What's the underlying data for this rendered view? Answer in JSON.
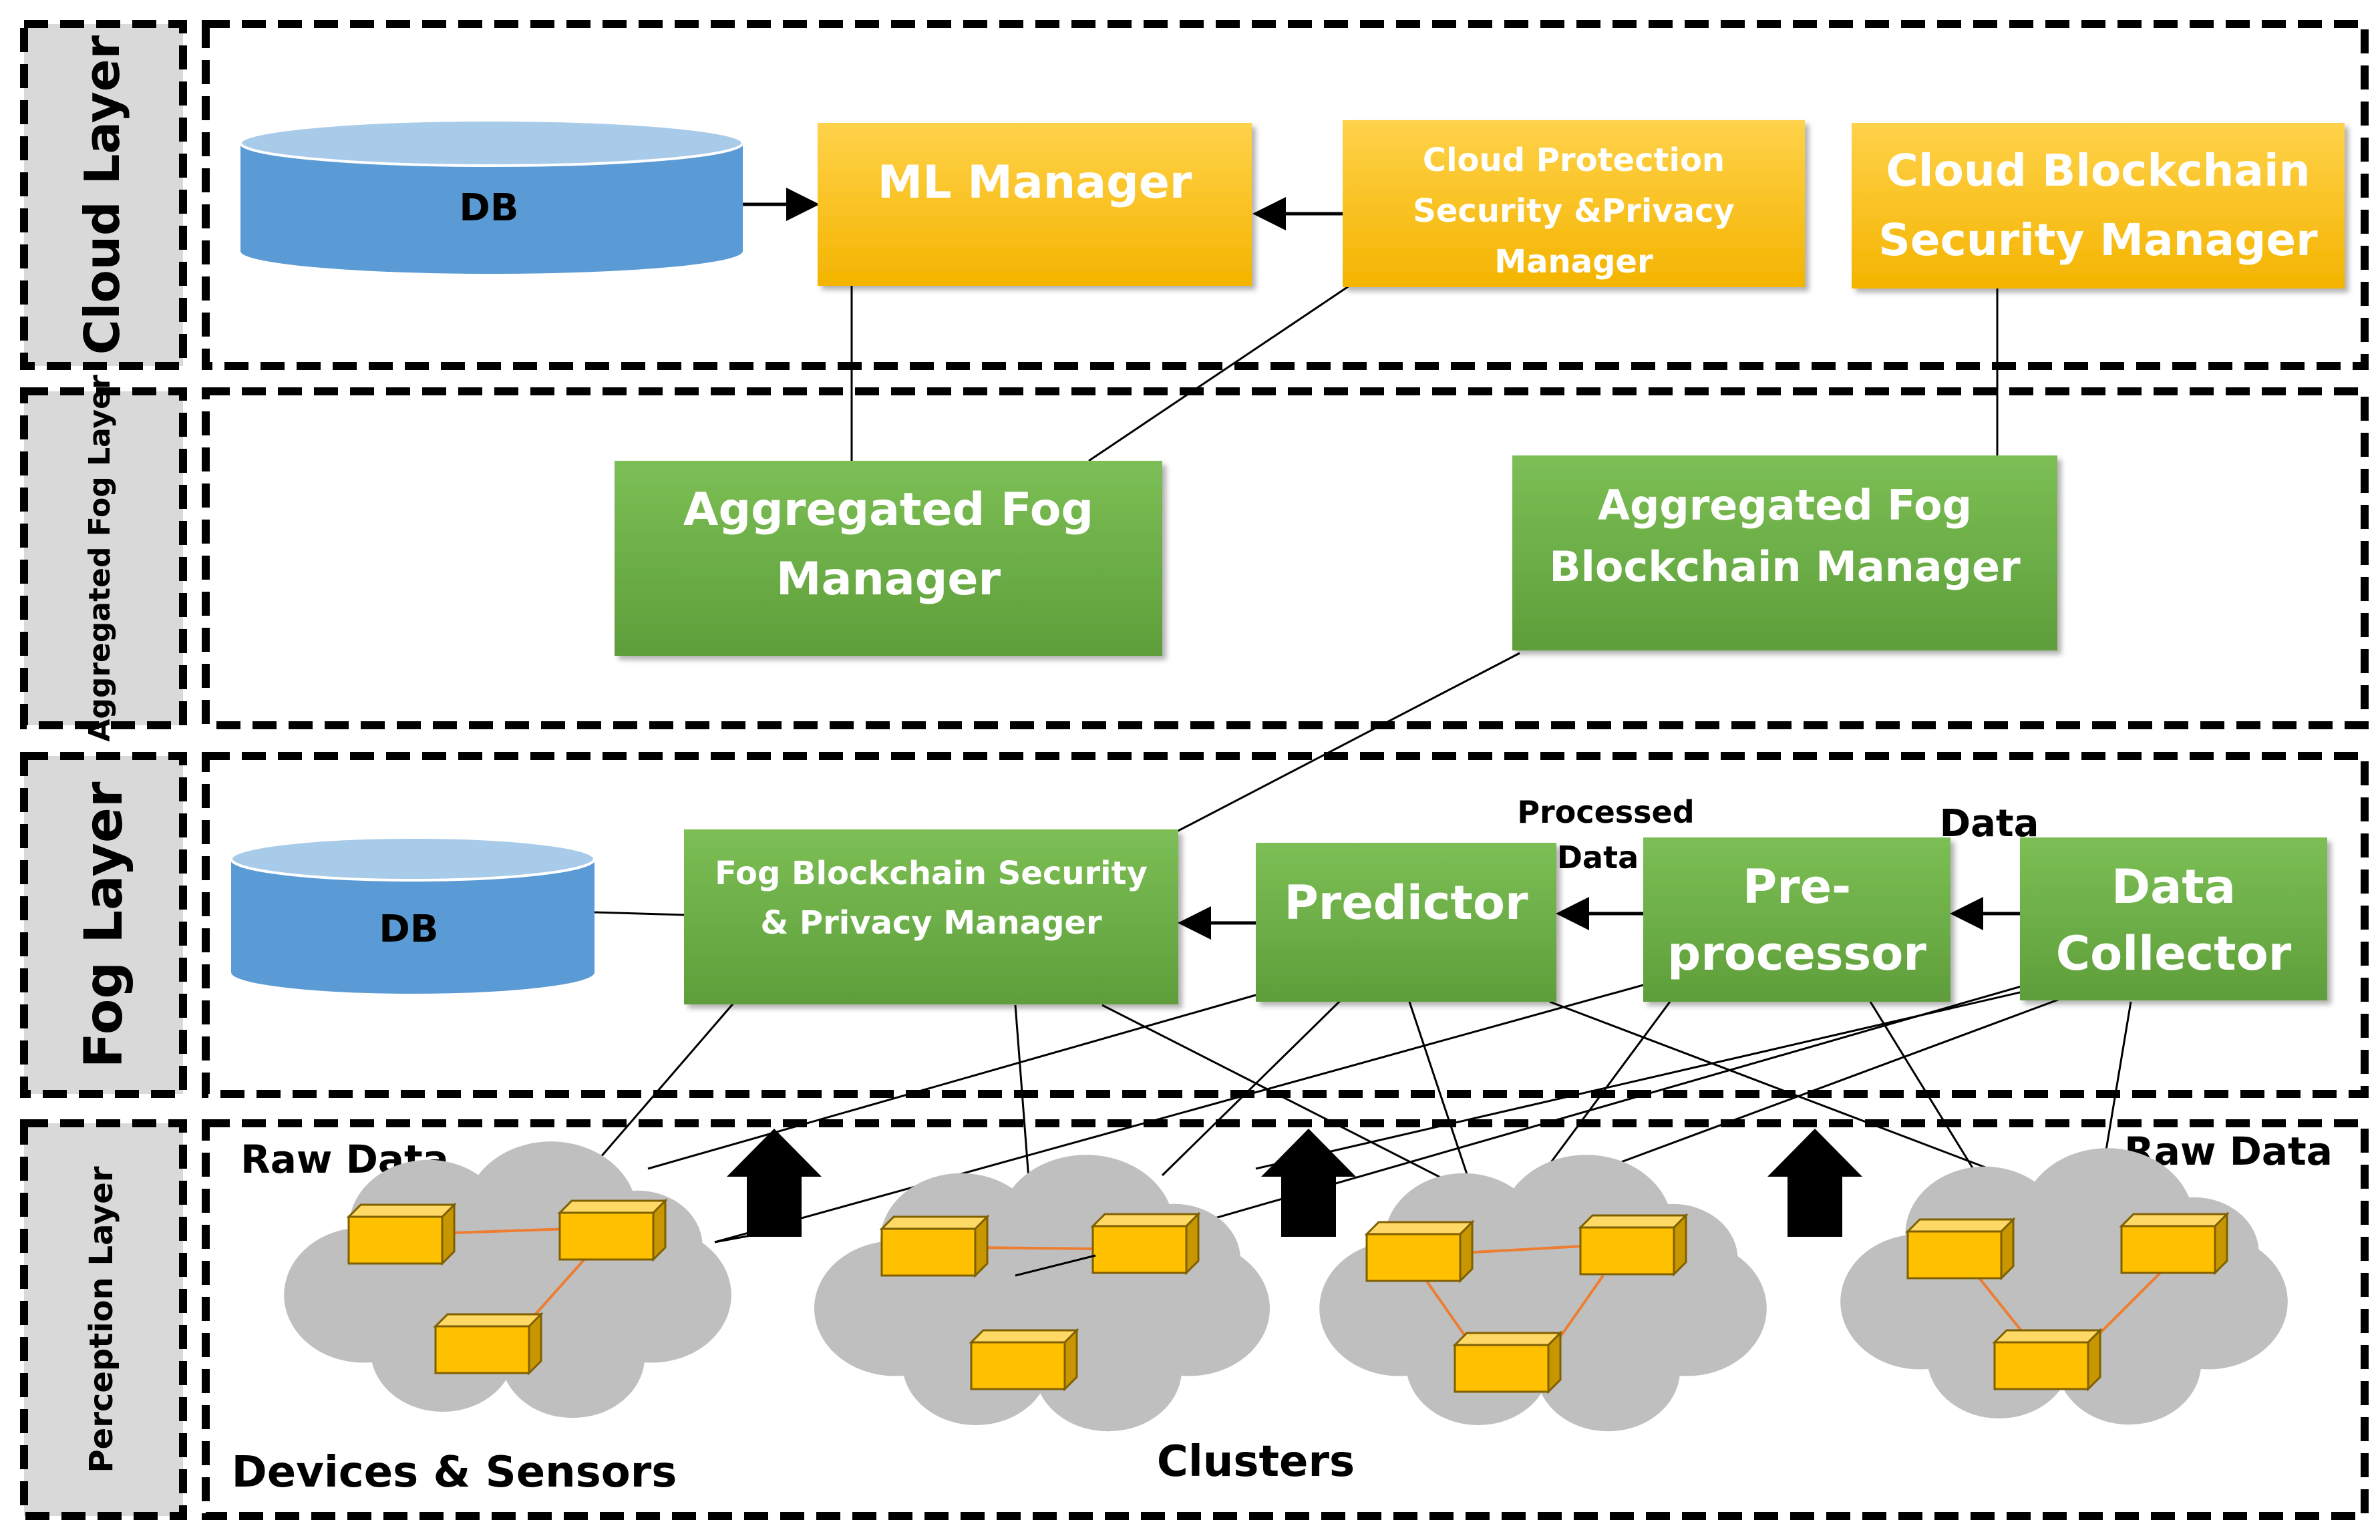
{
  "layers": {
    "cloud": "Cloud Layer",
    "aggregated_fog": "Aggregated Fog Layer",
    "fog": "Fog Layer",
    "perception": "Perception Layer"
  },
  "cloud": {
    "db": "DB",
    "ml_manager": "ML Manager",
    "protection_manager": [
      "Cloud Protection",
      "Security &Privacy",
      "Manager"
    ],
    "blockchain_manager": [
      "Cloud Blockchain",
      "Security Manager"
    ]
  },
  "aggregated_fog": {
    "fog_manager": [
      "Aggregated Fog",
      "Manager"
    ],
    "blockchain_manager": [
      "Aggregated Fog",
      "Blockchain Manager"
    ]
  },
  "fog": {
    "db": "DB",
    "blockchain_privacy_manager": [
      "Fog Blockchain Security",
      "& Privacy Manager"
    ],
    "predictor": "Predictor",
    "preprocessor": [
      "Pre-",
      "processor"
    ],
    "data_collector": [
      "Data",
      "Collector"
    ],
    "processed_data_label": [
      "Processed",
      "Data"
    ],
    "data_label": "Data"
  },
  "perception": {
    "raw_data_left": "Raw Data",
    "raw_data_right": "Raw Data",
    "devices_sensors": "Devices & Sensors",
    "clusters": "Clusters"
  },
  "colors": {
    "cloud_box": "#FFC000",
    "fog_box": "#70AD47",
    "db": "#5B9BD5",
    "layer_label_bg": "#D9D9D9",
    "cloud_shape": "#BFBFBF",
    "device": "#FFC000",
    "device_link": "#ED7D31"
  },
  "icons": [
    "database-icon",
    "cloud-cluster-icon",
    "device-icon",
    "up-arrow-icon"
  ]
}
